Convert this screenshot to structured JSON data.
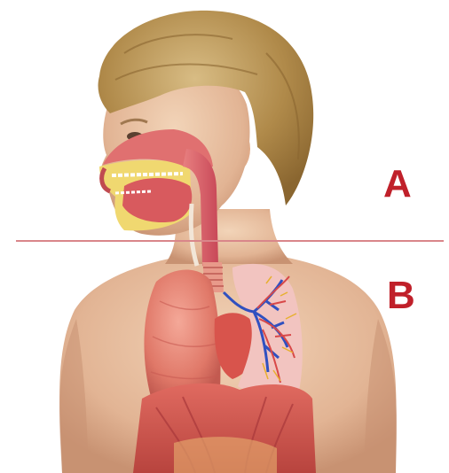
{
  "diagram": {
    "regions": [
      {
        "id": "A",
        "label": "A"
      },
      {
        "id": "B",
        "label": "B"
      }
    ]
  },
  "colors": {
    "label": "#c0202a",
    "divider": "#d9868a",
    "skin": "#e8c0a0",
    "hair": "#b08a4a",
    "organ": "#e07068",
    "airway": "#d05060",
    "fat": "#f0d870",
    "vessels_blue": "#3050c0"
  }
}
